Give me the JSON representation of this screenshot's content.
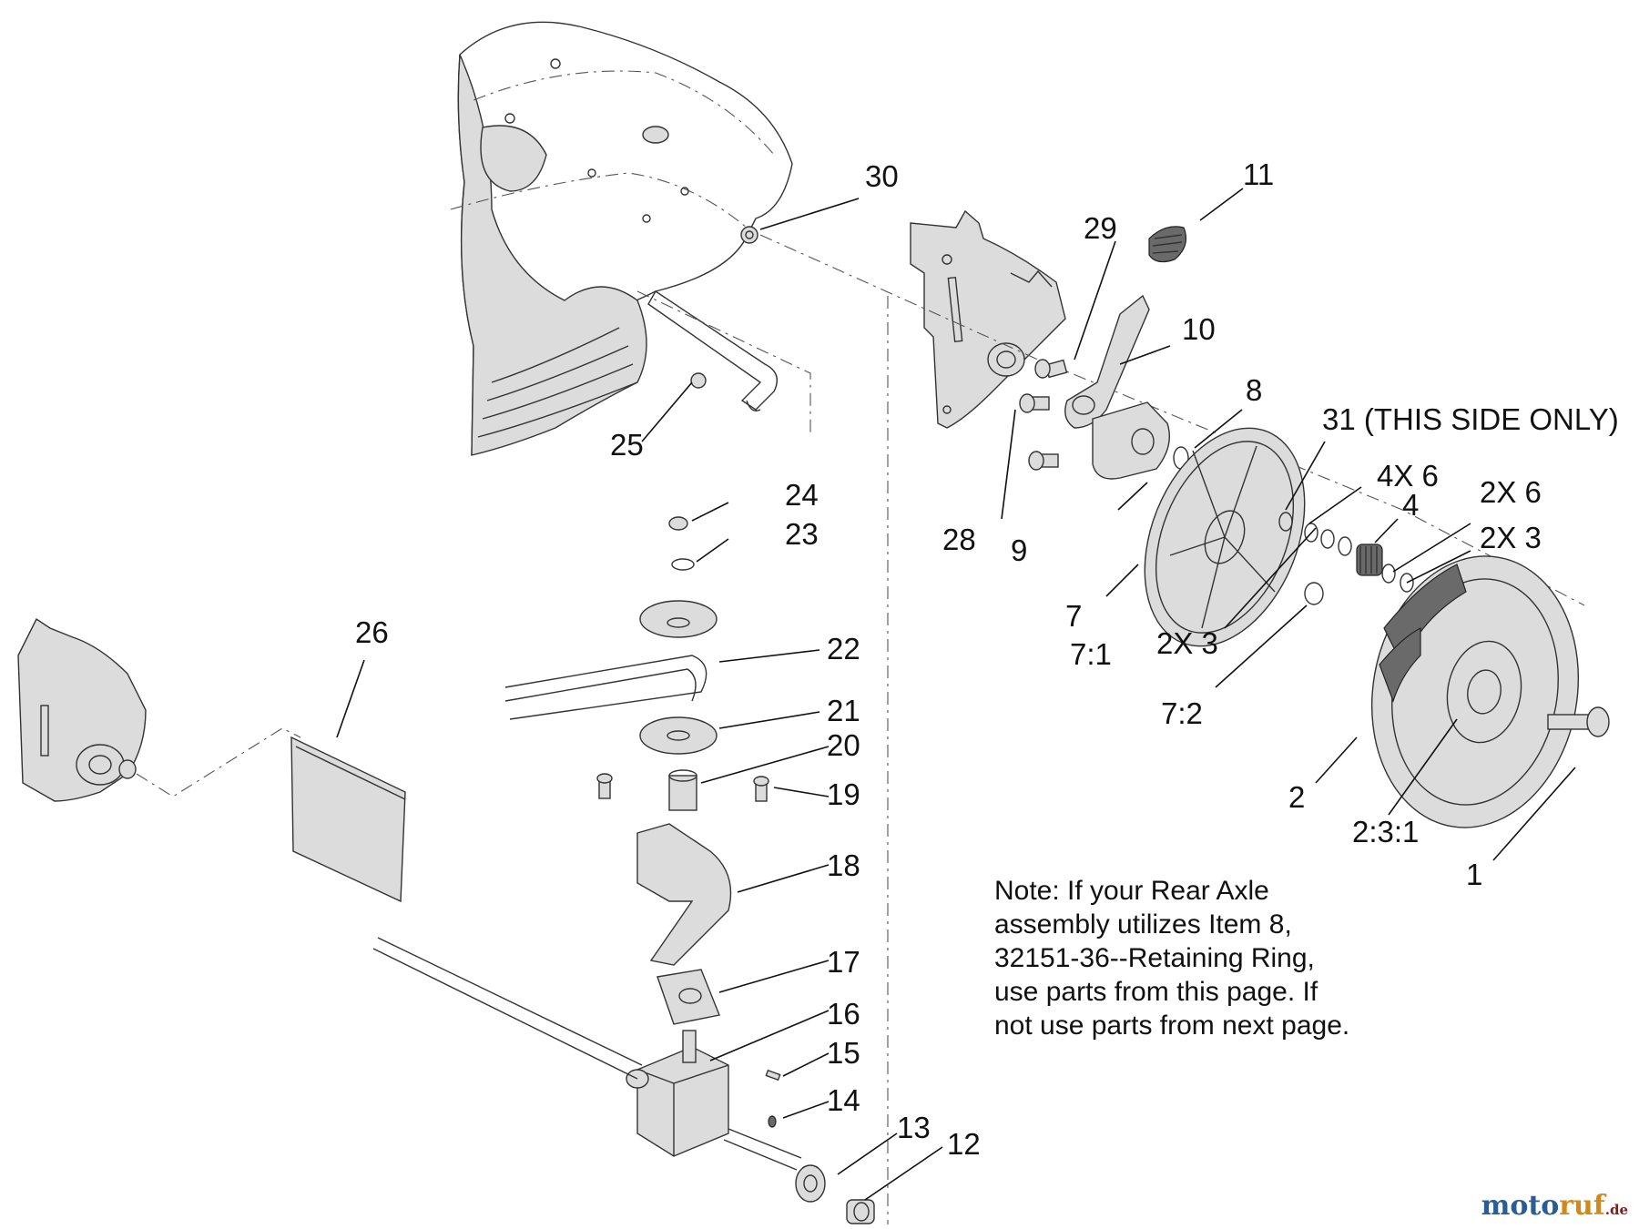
{
  "labels": {
    "l1": "1",
    "l2": "2",
    "l2_3_1": "2:3:1",
    "l4": "4",
    "l4x6": "4X 6",
    "l2x6": "2X 6",
    "l2x3a": "2X 3",
    "l2x3b": "2X 3",
    "l7": "7",
    "l7_1": "7:1",
    "l7_2": "7:2",
    "l8": "8",
    "l9": "9",
    "l10": "10",
    "l11": "11",
    "l12": "12",
    "l13": "13",
    "l14": "14",
    "l15": "15",
    "l16": "16",
    "l17": "17",
    "l18": "18",
    "l19": "19",
    "l20": "20",
    "l21": "21",
    "l22": "22",
    "l23": "23",
    "l24": "24",
    "l25": "25",
    "l26": "26",
    "l28": "28",
    "l29": "29",
    "l30": "30",
    "l31": "31 (THIS SIDE ONLY)"
  },
  "note": {
    "line1": "Note:  If your Rear Axle",
    "line2": "assembly utilizes Item 8,",
    "line3": "32151-36--Retaining Ring,",
    "line4": "use parts from this page.  If",
    "line5": "not use parts from next page."
  },
  "watermark": {
    "brand_a": "moto",
    "brand_b": "ruf",
    "tld": ".de"
  }
}
